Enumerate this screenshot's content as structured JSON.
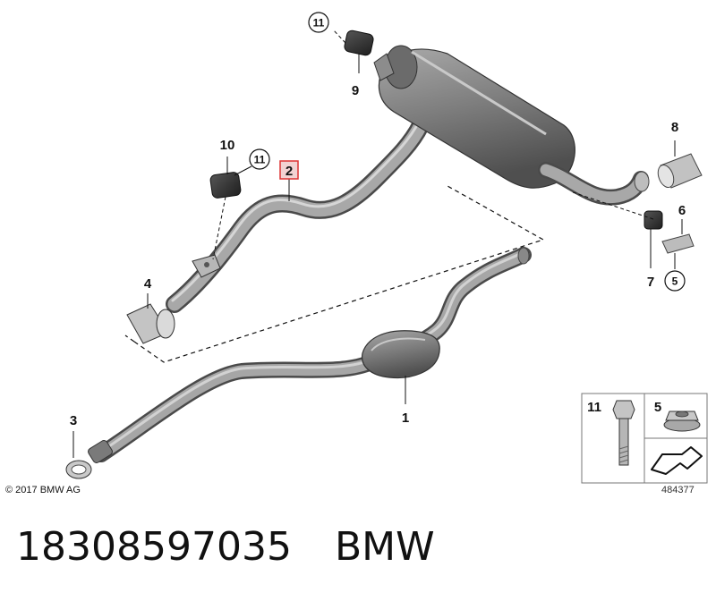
{
  "callouts": {
    "c1": "1",
    "c2": "2",
    "c3": "3",
    "c4": "4",
    "c5": "5",
    "c6": "6",
    "c7": "7",
    "c8": "8",
    "c9": "9",
    "c10": "10",
    "c11a": "11",
    "c11b": "11"
  },
  "legend": {
    "bolt_label": "11",
    "nut_label": "5"
  },
  "copyright": "© 2017 BMW AG",
  "diagram_number": "484377",
  "part_number": "18308597035",
  "brand": "BMW"
}
